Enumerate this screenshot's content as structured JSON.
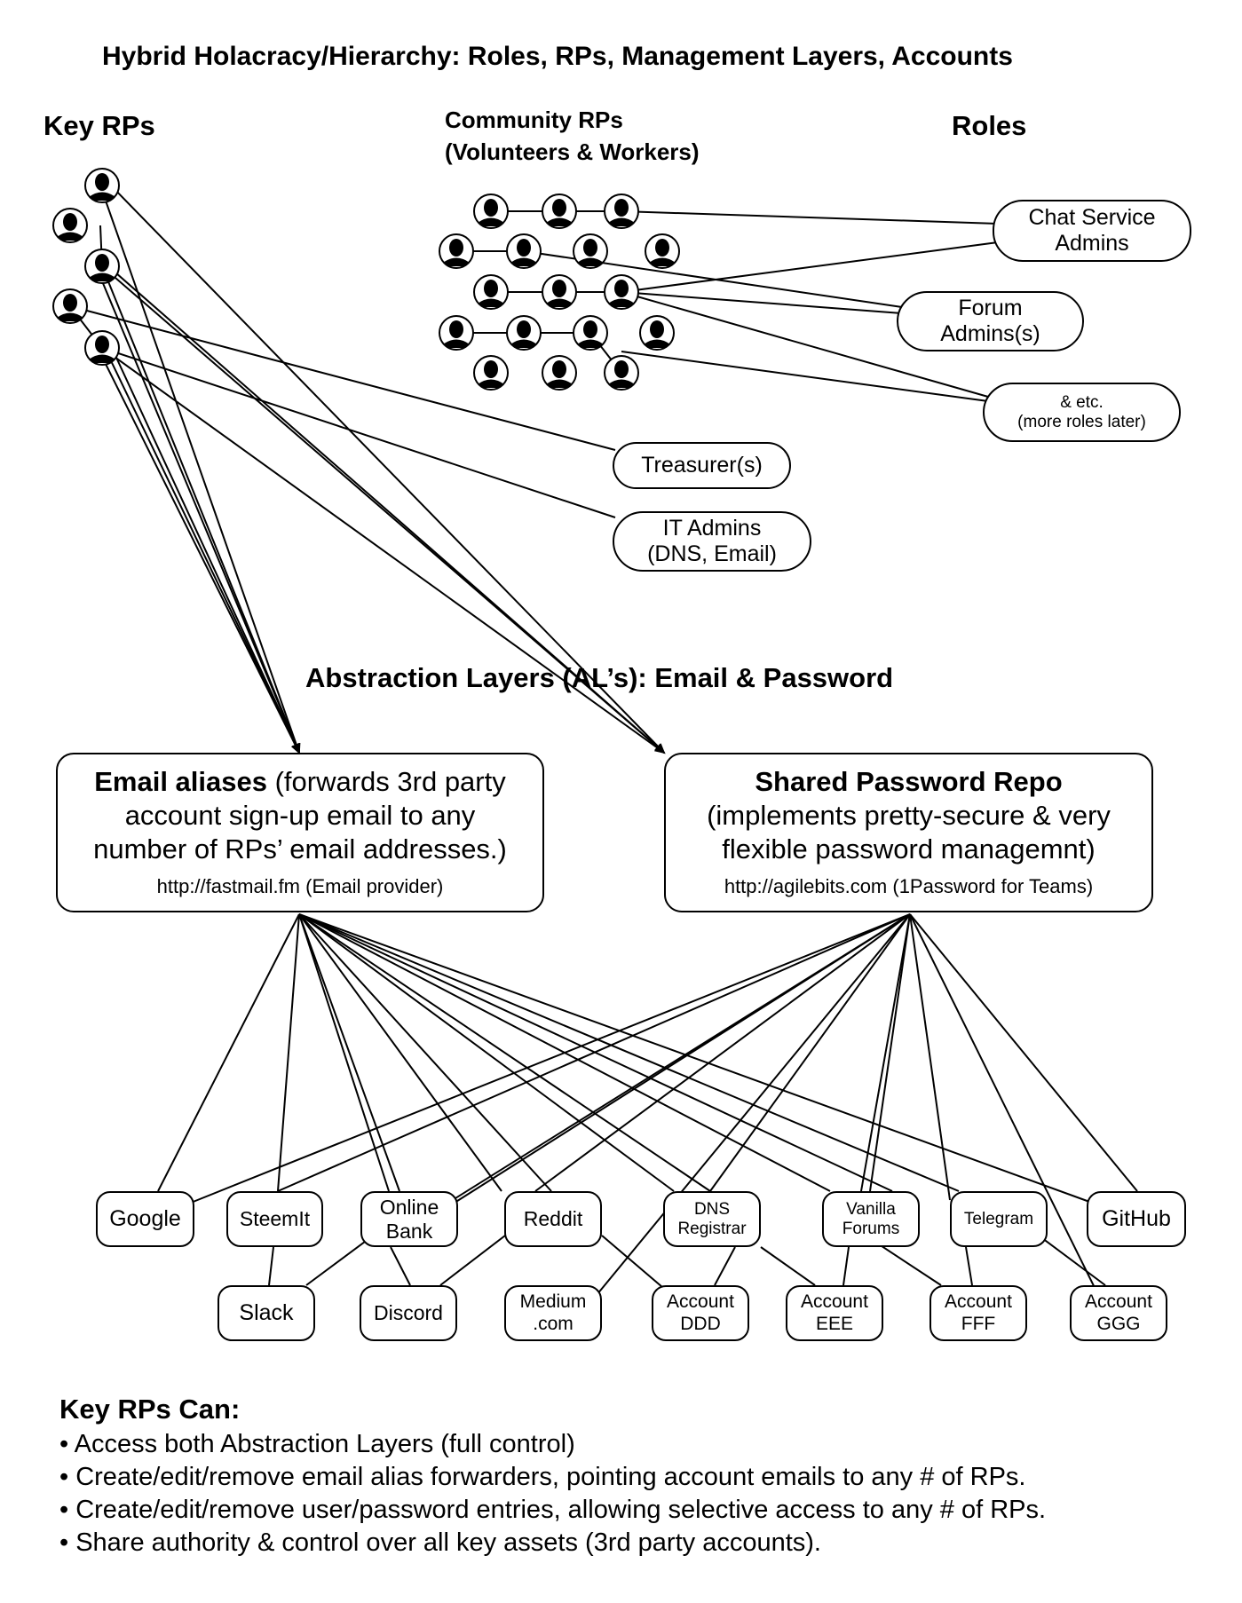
{
  "title": "Hybrid Holacracy/Hierarchy: Roles, RPs, Management Layers, Accounts",
  "headers": {
    "key_rps": "Key RPs",
    "community_rps_line1": "Community RPs",
    "community_rps_line2": "(Volunteers & Workers)",
    "roles": "Roles"
  },
  "roles": {
    "chat_line1": "Chat Service",
    "chat_line2": "Admins",
    "forum_line1": "Forum",
    "forum_line2": "Admins(s)",
    "etc_line1": "& etc.",
    "etc_line2": "(more roles later)",
    "treasurer": "Treasurer(s)",
    "it_line1": "IT Admins",
    "it_line2": "(DNS, Email)"
  },
  "abstraction_title": "Abstraction Layers (AL’s): Email & Password",
  "email_box": {
    "title": "Email aliases",
    "title_rest": " (forwards 3rd party",
    "line2": "account sign-up email to any",
    "line3": "number of RPs’ email addresses.)",
    "url": "http://fastmail.fm (Email provider)"
  },
  "password_box": {
    "title": "Shared Password Repo",
    "line2": "(implements pretty-secure & very",
    "line3": "flexible password managemnt)",
    "url": "http://agilebits.com (1Password for Teams)"
  },
  "accounts": {
    "google": "Google",
    "steemit": "SteemIt",
    "bank_line1": "Online",
    "bank_line2": "Bank",
    "reddit": "Reddit",
    "dns_line1": "DNS",
    "dns_line2": "Registrar",
    "vanilla_line1": "Vanilla",
    "vanilla_line2": "Forums",
    "telegram": "Telegram",
    "github": "GitHub",
    "slack": "Slack",
    "discord": "Discord",
    "medium_line1": "Medium",
    "medium_line2": ".com",
    "ddd_line1": "Account",
    "ddd_line2": "DDD",
    "eee_line1": "Account",
    "eee_line2": "EEE",
    "fff_line1": "Account",
    "fff_line2": "FFF",
    "ggg_line1": "Account",
    "ggg_line2": "GGG"
  },
  "key_rps_can": {
    "heading": "Key RPs Can:",
    "bullets": [
      "• Access both Abstraction Layers (full control)",
      "• Create/edit/remove email alias forwarders, pointing account emails to any # of RPs.",
      "• Create/edit/remove user/password entries, allowing selective access to any # of RPs.",
      "• Share authority & control over all key assets (3rd party accounts)."
    ]
  }
}
